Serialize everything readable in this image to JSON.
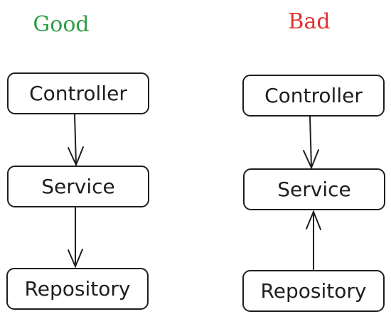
{
  "columns": {
    "good": {
      "heading": "Good",
      "heading_color": "#2f9e44",
      "boxes": {
        "top": "Controller",
        "middle": "Service",
        "bottom": "Repository"
      }
    },
    "bad": {
      "heading": "Bad",
      "heading_color": "#e03131",
      "boxes": {
        "top": "Controller",
        "middle": "Service",
        "bottom": "Repository"
      }
    }
  },
  "stroke_color": "#1e1e1e"
}
